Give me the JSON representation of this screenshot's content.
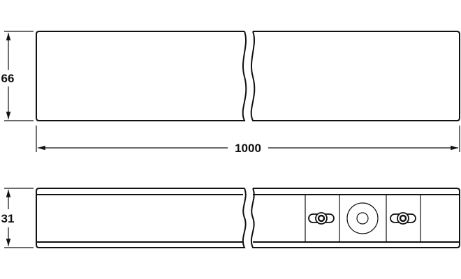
{
  "drawing": {
    "dimensions": {
      "top_height": "66",
      "length": "1000",
      "bottom_height": "31"
    },
    "line_color": "#111111"
  }
}
